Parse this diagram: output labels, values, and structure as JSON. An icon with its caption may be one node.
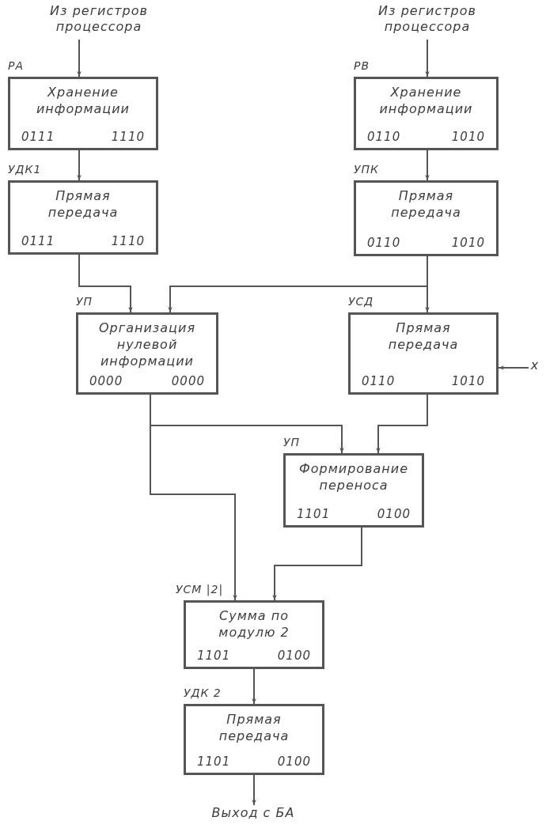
{
  "diagram": {
    "nodes": [
      {
        "text": [
          "Из регистров процессора"
        ]
      },
      {
        "text": [
          "Из регистров процессора"
        ]
      },
      {
        "text": [
          "Хранение информации",
          "0111",
          "1110"
        ],
        "beside": [
          "РА"
        ]
      },
      {
        "text": [
          "Хранение информации",
          "0110",
          "1010"
        ],
        "beside": [
          "РВ"
        ]
      },
      {
        "text": [
          "Прямая передача",
          "0111",
          "1110"
        ],
        "beside": [
          "УДК1"
        ]
      },
      {
        "text": [
          "Прямая передача",
          "0110",
          "1010"
        ],
        "beside": [
          "УПК"
        ]
      },
      {
        "text": [
          "Организация нулевой информации",
          "0000",
          "0000"
        ],
        "beside": [
          "УП"
        ]
      },
      {
        "text": [
          "Прямая передача",
          "0110",
          "1010"
        ],
        "beside": [
          "УСД"
        ]
      },
      {
        "text": [
          "x"
        ]
      },
      {
        "text": [
          "Формирование переноса",
          "1101",
          "0100"
        ],
        "beside": [
          "УП"
        ]
      },
      {
        "text": [
          "Сумма по модулю 2",
          "1101",
          "0100"
        ],
        "beside": [
          "УСМ |2|"
        ]
      },
      {
        "text": [
          "Прямая передача",
          "1101",
          "0100"
        ],
        "beside": [
          "УДК 2"
        ]
      },
      {
        "text": [
          "Выход с БА"
        ]
      }
    ],
    "edges": [
      {
        "from": 0,
        "to": 2,
        "arrow": "to"
      },
      {
        "from": 1,
        "to": 3,
        "arrow": "to"
      },
      {
        "from": 2,
        "to": 4,
        "arrow": "to"
      },
      {
        "from": 3,
        "to": 5,
        "arrow": "to"
      },
      {
        "from": 4,
        "to": 6,
        "arrow": "to"
      },
      {
        "from": 5,
        "to": 6,
        "arrow": "to"
      },
      {
        "from": 5,
        "to": 7,
        "arrow": "to"
      },
      {
        "from": 8,
        "to": 7,
        "arrow": "to"
      },
      {
        "from": 6,
        "to": 9,
        "arrow": "to"
      },
      {
        "from": 7,
        "to": 9,
        "arrow": "to"
      },
      {
        "from": 6,
        "to": 10,
        "arrow": "to"
      },
      {
        "from": 9,
        "to": 10,
        "arrow": "to"
      },
      {
        "from": 10,
        "to": 11,
        "arrow": "to"
      },
      {
        "from": 11,
        "to": 12,
        "arrow": "to"
      }
    ]
  }
}
